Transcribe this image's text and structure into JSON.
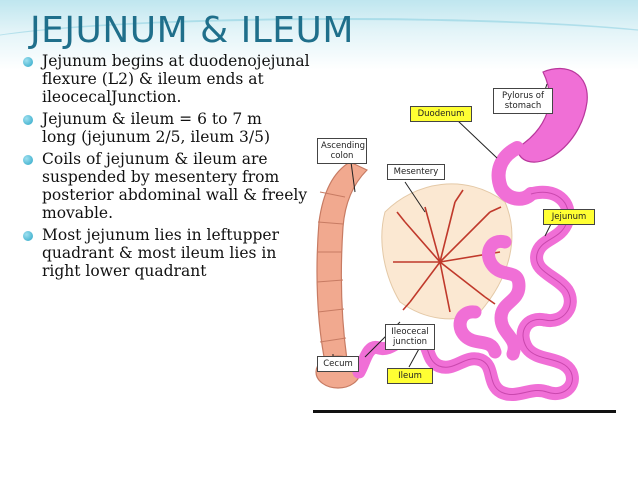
{
  "slide": {
    "title": "JEJUNUM & ILEUM",
    "bullets": [
      "Jejunum begins at duodenojejunal flexure (L2) & ileum ends at ileocecalJunction.",
      "Jejunum & ileum = 6 to 7 m",
      "long (jejunum 2/5, ileum 3/5)",
      "Coils of jejunum & ileum are suspended by mesentery from posterior abdominal wall & freely movable.",
      "Most jejunum lies in leftupper quadrant & most ileum lies in right lower quadrant"
    ]
  },
  "diagram": {
    "labels": {
      "duodenum": "Duodenum",
      "pylorus": "Pylorus of stomach",
      "ascending_colon": "Ascending colon",
      "mesentery": "Mesentery",
      "jejunum": "Jejunum",
      "ileocecal": "Ileocecal junction",
      "cecum": "Cecum",
      "ileum": "Ileum"
    },
    "colors": {
      "intestine": "#f06fd6",
      "colon": "#f1a98f",
      "mesentery": "#fbe8d2",
      "vessels": "#c0392b",
      "label_highlight": "#ffff33"
    }
  }
}
